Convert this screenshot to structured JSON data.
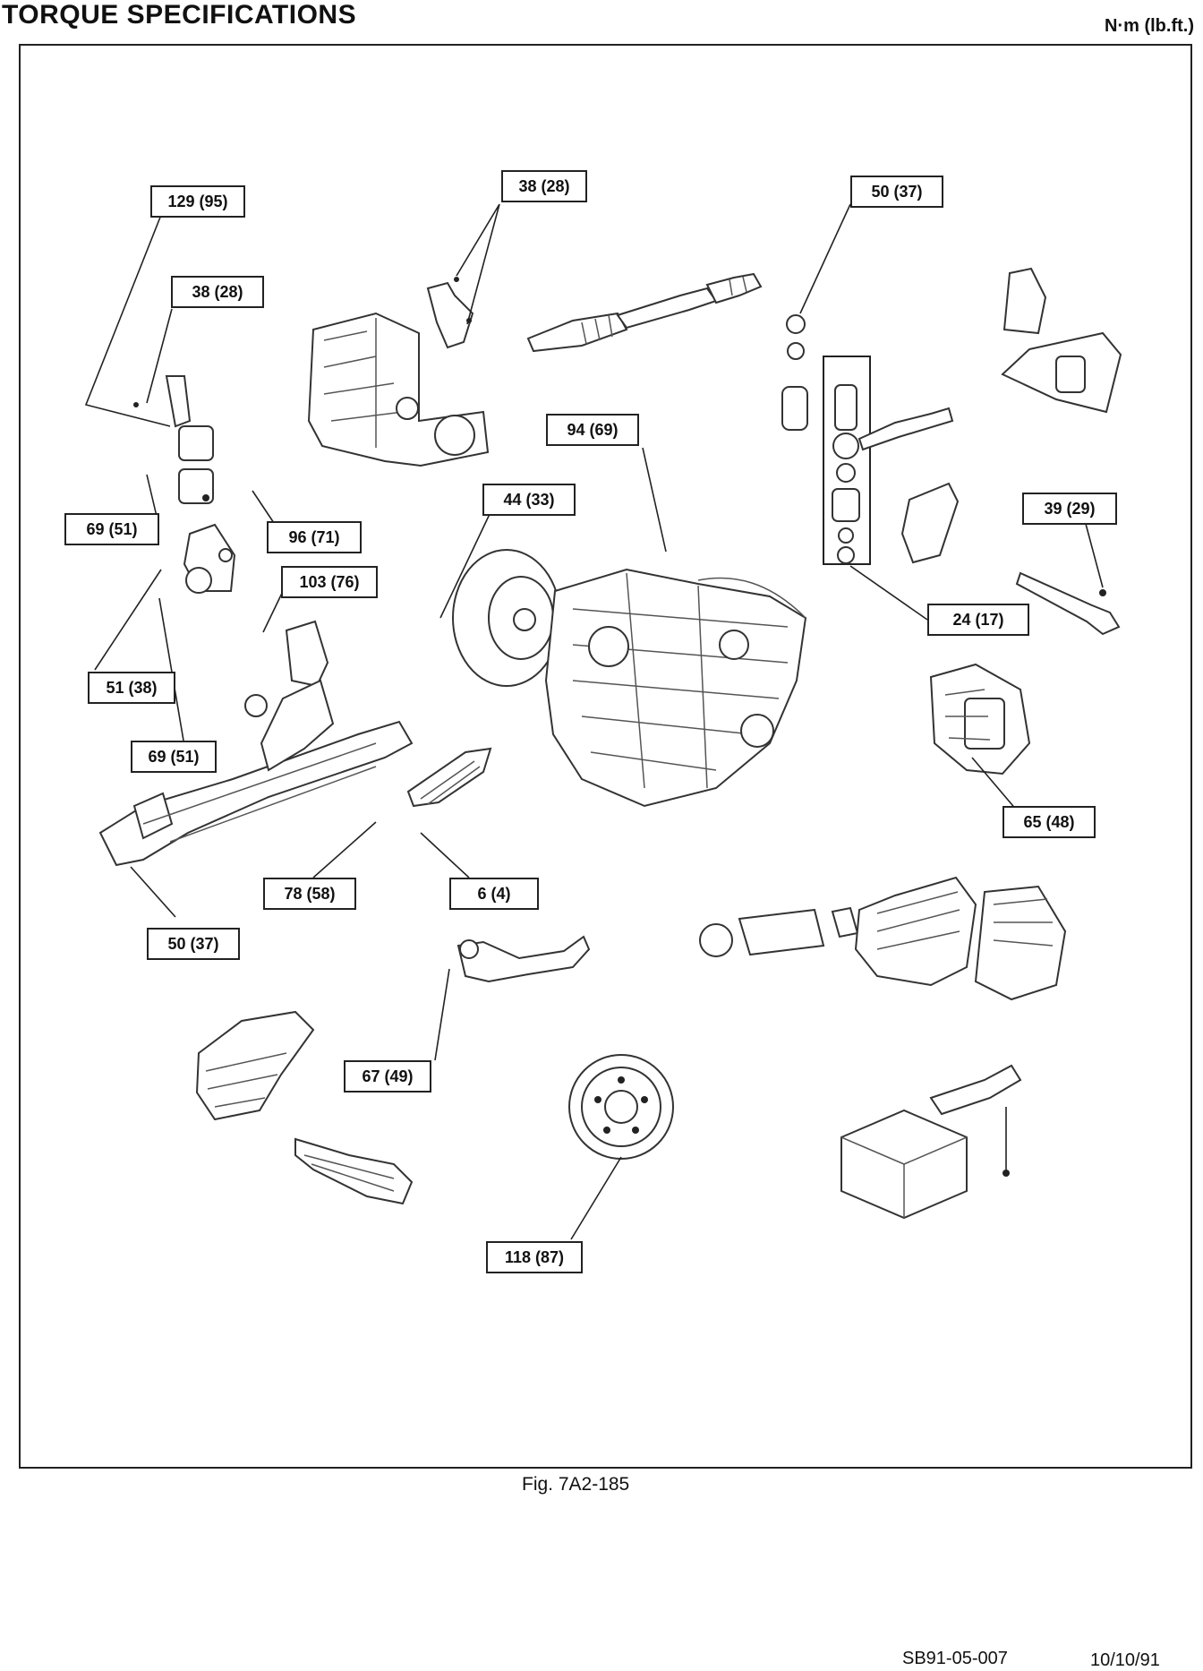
{
  "page": {
    "title": "TORQUE SPECIFICATIONS",
    "units": "N·m (lb.ft.)",
    "caption": "Fig. 7A2-185",
    "doc_id": "SB91-05-007",
    "doc_date": "10/10/91"
  },
  "callouts": [
    {
      "id": "c1",
      "text": "129 (95)"
    },
    {
      "id": "c2",
      "text": "38 (28)"
    },
    {
      "id": "c3",
      "text": "38 (28)"
    },
    {
      "id": "c4",
      "text": "50 (37)"
    },
    {
      "id": "c5",
      "text": "94 (69)"
    },
    {
      "id": "c6",
      "text": "44 (33)"
    },
    {
      "id": "c7",
      "text": "69 (51)"
    },
    {
      "id": "c8",
      "text": "96 (71)"
    },
    {
      "id": "c9",
      "text": "103 (76)"
    },
    {
      "id": "c10",
      "text": "39 (29)"
    },
    {
      "id": "c11",
      "text": "24 (17)"
    },
    {
      "id": "c12",
      "text": "51 (38)"
    },
    {
      "id": "c13",
      "text": "69 (51)"
    },
    {
      "id": "c14",
      "text": "65 (48)"
    },
    {
      "id": "c15",
      "text": "78 (58)"
    },
    {
      "id": "c16",
      "text": "6 (4)"
    },
    {
      "id": "c17",
      "text": "50 (37)"
    },
    {
      "id": "c18",
      "text": "67 (49)"
    },
    {
      "id": "c19",
      "text": "118 (87)"
    }
  ],
  "icons": {
    "engine": "engine-block-illustration",
    "transaxle": "transaxle-illustration",
    "drive_shaft": "drive-shaft-illustration",
    "wheel": "wheel-illustration"
  }
}
